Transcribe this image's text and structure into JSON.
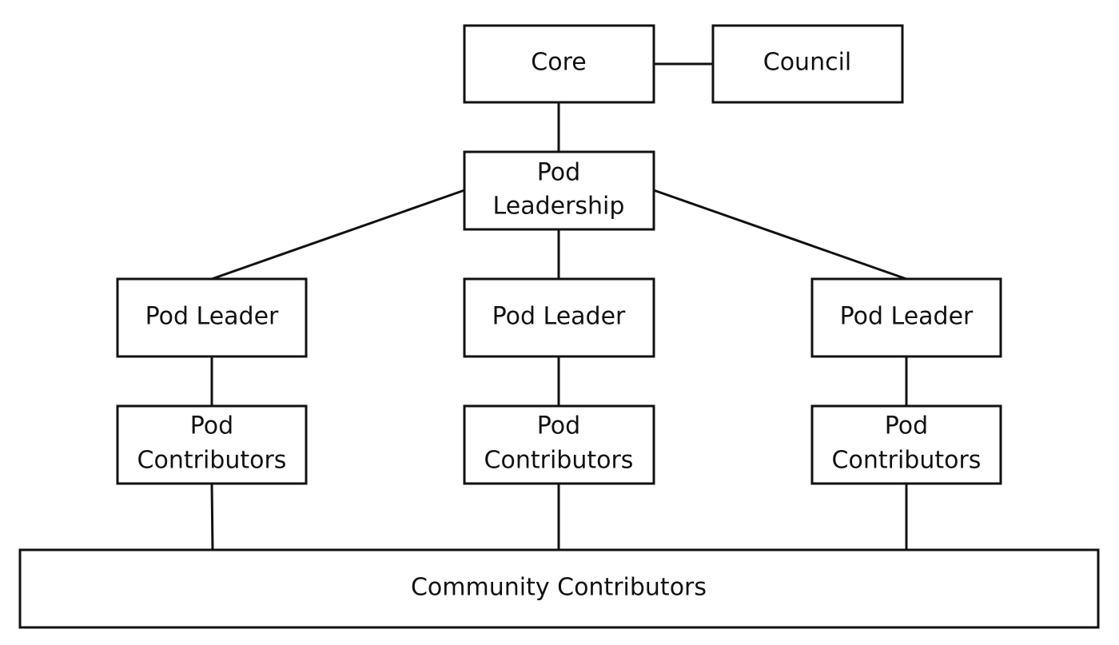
{
  "diagram": {
    "nodes": {
      "core": {
        "lines": [
          "Core"
        ]
      },
      "council": {
        "lines": [
          "Council"
        ]
      },
      "pod_leadership": {
        "lines": [
          "Pod",
          "Leadership"
        ]
      },
      "pod_leader_left": {
        "lines": [
          "Pod Leader"
        ]
      },
      "pod_leader_center": {
        "lines": [
          "Pod Leader"
        ]
      },
      "pod_leader_right": {
        "lines": [
          "Pod Leader"
        ]
      },
      "pod_contributors_left": {
        "lines": [
          "Pod",
          "Contributors"
        ]
      },
      "pod_contributors_center": {
        "lines": [
          "Pod",
          "Contributors"
        ]
      },
      "pod_contributors_right": {
        "lines": [
          "Pod",
          "Contributors"
        ]
      },
      "community_contributors": {
        "lines": [
          "Community Contributors"
        ]
      }
    },
    "edges": [
      {
        "from": "core",
        "to": "council"
      },
      {
        "from": "core",
        "to": "pod_leadership"
      },
      {
        "from": "pod_leadership",
        "to": "pod_leader_left"
      },
      {
        "from": "pod_leadership",
        "to": "pod_leader_center"
      },
      {
        "from": "pod_leadership",
        "to": "pod_leader_right"
      },
      {
        "from": "pod_leader_left",
        "to": "pod_contributors_left"
      },
      {
        "from": "pod_leader_center",
        "to": "pod_contributors_center"
      },
      {
        "from": "pod_leader_right",
        "to": "pod_contributors_right"
      },
      {
        "from": "pod_contributors_left",
        "to": "community_contributors"
      },
      {
        "from": "pod_contributors_center",
        "to": "community_contributors"
      },
      {
        "from": "pod_contributors_right",
        "to": "community_contributors"
      }
    ]
  }
}
